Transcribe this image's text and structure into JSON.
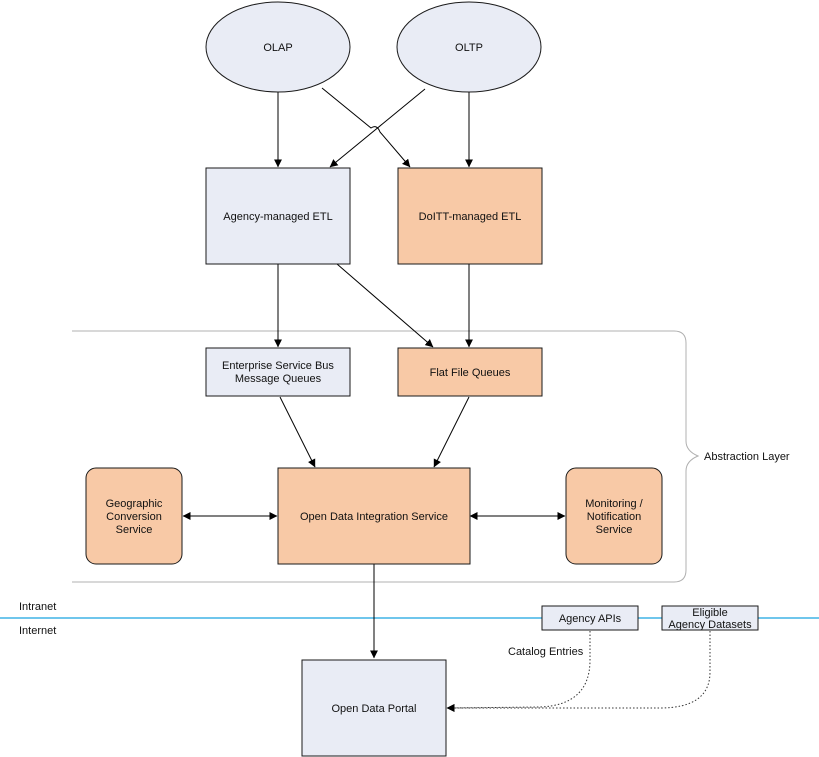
{
  "colors": {
    "node_blue_fill": "#e9ecf5",
    "node_orange_fill": "#f8c9a6",
    "network_line": "#19a3e0",
    "abstraction_outline": "#b0b0b0"
  },
  "nodes": {
    "olap": "OLAP",
    "oltp": "OLTP",
    "agency_etl": "Agency-managed ETL",
    "doitt_etl": "DoITT-managed ETL",
    "esb_queues": [
      "Enterprise Service Bus",
      "Message Queues"
    ],
    "flat_file_queues": "Flat File Queues",
    "geo_service": [
      "Geographic",
      "Conversion",
      "Service"
    ],
    "integration_service": "Open Data Integration Service",
    "monitoring_service": [
      "Monitoring /",
      "Notification",
      "Service"
    ],
    "agency_apis": "Agency APIs",
    "eligible_datasets": [
      "Eligible",
      "Agency Datasets"
    ],
    "portal": "Open Data Portal"
  },
  "labels": {
    "abstraction_layer": "Abstraction Layer",
    "intranet": "Intranet",
    "internet": "Internet",
    "catalog_entries": "Catalog Entries"
  }
}
